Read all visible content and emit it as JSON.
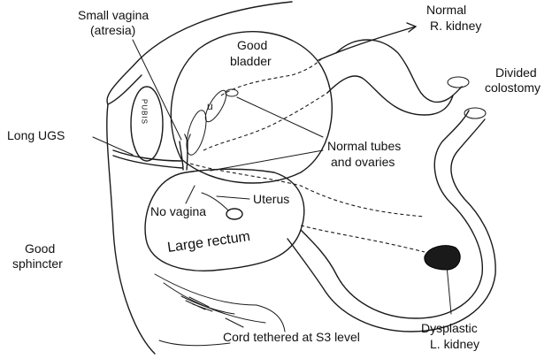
{
  "labels": {
    "small_vagina_1": "Small vagina",
    "small_vagina_2": "(atresia)",
    "good_bladder_1": "Good",
    "good_bladder_2": "bladder",
    "normal_kidney_1": "Normal",
    "normal_kidney_2": "R. kidney",
    "divided_colostomy_1": "Divided",
    "divided_colostomy_2": "colostomy",
    "long_ugs": "Long UGS",
    "pubis": "PUBIS",
    "normal_tubes_1": "Normal tubes",
    "normal_tubes_2": "and ovaries",
    "v_letter": "V",
    "u_letter": "u",
    "uterus": "Uterus",
    "no_vagina": "No vagina",
    "large_rectum": "Large rectum",
    "good_sphincter_1": "Good",
    "good_sphincter_2": "sphincter",
    "cord_tethered": "Cord tethered at S3 level",
    "dysplastic_1": "Dysplastic",
    "dysplastic_2": "L. kidney"
  }
}
